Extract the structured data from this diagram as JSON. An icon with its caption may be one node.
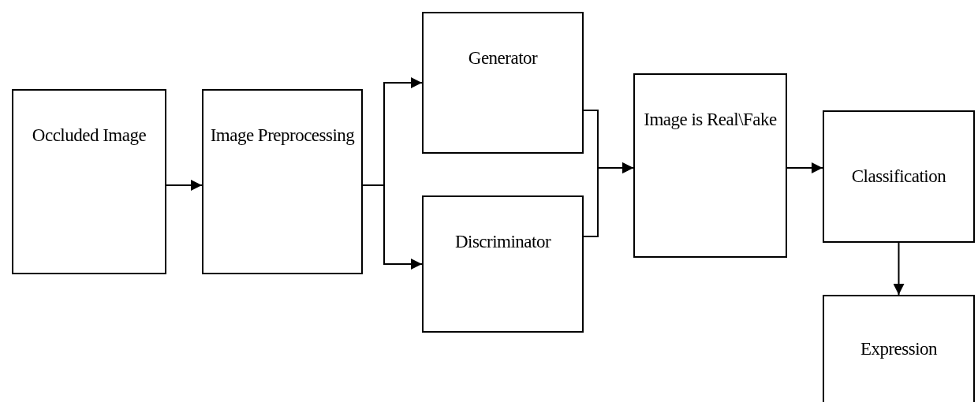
{
  "diagram": {
    "nodes": [
      {
        "text": [
          "Occluded Image"
        ]
      },
      {
        "text": [
          "Image Preprocessing"
        ]
      },
      {
        "text": [
          "Generator"
        ]
      },
      {
        "text": [
          "Discriminator"
        ]
      },
      {
        "text": [
          "Image is Real\\Fake"
        ]
      },
      {
        "text": [
          "Classification"
        ]
      },
      {
        "text": [
          "Expression"
        ]
      }
    ],
    "edges": [
      {
        "from": 0,
        "to": 1,
        "arrow": "to"
      },
      {
        "from": 1,
        "to": 2,
        "arrow": "to"
      },
      {
        "from": 1,
        "to": 3,
        "arrow": "to"
      },
      {
        "from": 2,
        "to": 4,
        "arrow": "to"
      },
      {
        "from": 3,
        "to": 4,
        "arrow": "to"
      },
      {
        "from": 4,
        "to": 5,
        "arrow": "to"
      },
      {
        "from": 5,
        "to": 6,
        "arrow": "to"
      }
    ]
  }
}
